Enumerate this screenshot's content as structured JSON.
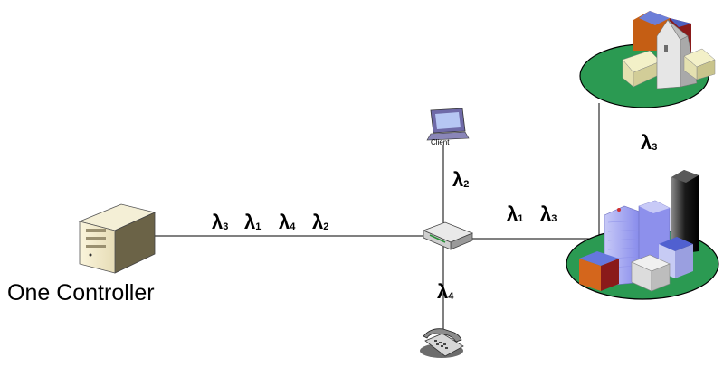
{
  "nodes": {
    "controller_label": "One Controller",
    "client_label": "Client"
  },
  "links": {
    "controller_router": [
      {
        "symbol": "λ",
        "sub": "3"
      },
      {
        "symbol": "λ",
        "sub": "1"
      },
      {
        "symbol": "λ",
        "sub": "4"
      },
      {
        "symbol": "λ",
        "sub": "2"
      }
    ],
    "router_client": [
      {
        "symbol": "λ",
        "sub": "2"
      }
    ],
    "router_phone": [
      {
        "symbol": "λ",
        "sub": "4"
      }
    ],
    "router_city": [
      {
        "symbol": "λ",
        "sub": "1"
      },
      {
        "symbol": "λ",
        "sub": "3"
      }
    ],
    "city_village": [
      {
        "symbol": "λ",
        "sub": "3"
      }
    ]
  }
}
